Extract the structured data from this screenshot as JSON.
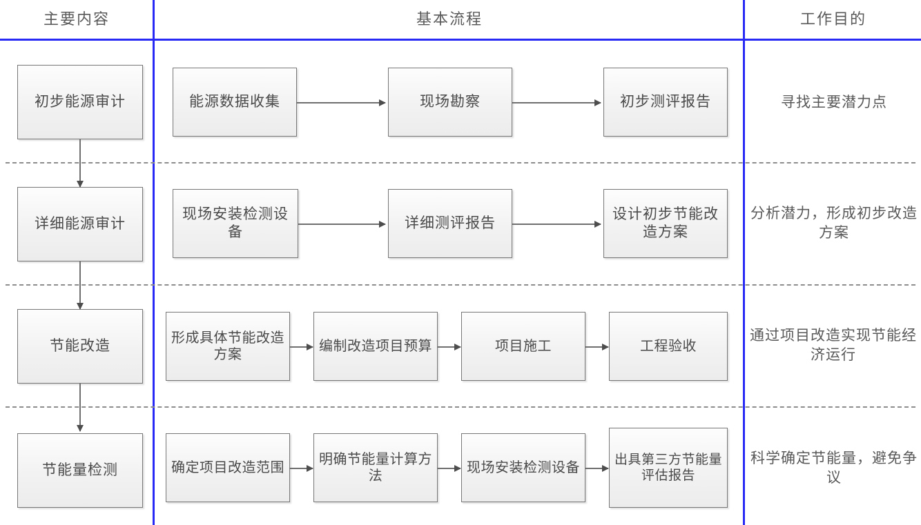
{
  "columns": {
    "main_content": "主要内容",
    "basic_process": "基本流程",
    "work_purpose": "工作目的"
  },
  "rows": [
    {
      "stage": "初步能源审计",
      "steps": [
        "能源数据收集",
        "现场勘察",
        "初步测评报告"
      ],
      "purpose": "寻找主要潜力点"
    },
    {
      "stage": "详细能源审计",
      "steps": [
        "现场安装检测设备",
        "详细测评报告",
        "设计初步节能改造方案"
      ],
      "purpose": "分析潜力，形成初步改造方案"
    },
    {
      "stage": "节能改造",
      "steps": [
        "形成具体节能改造方案",
        "编制改造项目预算",
        "项目施工",
        "工程验收"
      ],
      "purpose": "通过项目改造实现节能经济运行"
    },
    {
      "stage": "节能量检测",
      "steps": [
        "确定项目改造范围",
        "明确节能量计算方法",
        "现场安装检测设备",
        "出具第三方节能量评估报告"
      ],
      "purpose": "科学确定节能量，避免争议"
    }
  ],
  "colors": {
    "divider_blue": "#2929f5",
    "dashed_gray": "#8c8c8c",
    "box_border": "#767676",
    "text_gray": "#4a4a4a"
  }
}
